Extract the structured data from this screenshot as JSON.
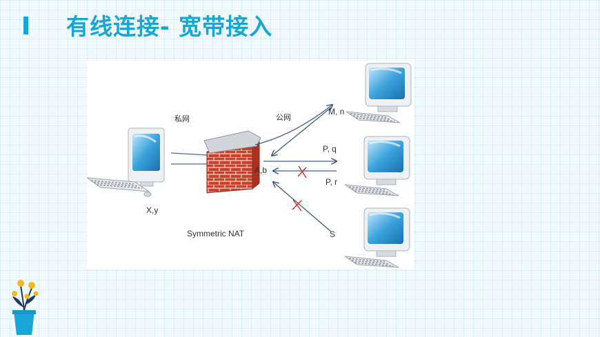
{
  "slide": {
    "title": "有线连接- 宽带接入"
  },
  "diagram": {
    "private_net_label": "私网",
    "public_net_label": "公网",
    "client_addr": "X,y",
    "nat_addr": "A,b",
    "nat_caption": "Symmetric NAT",
    "server_labels": [
      "M, n",
      "P, q",
      "P, r",
      "S"
    ],
    "colors": {
      "arrow": "#3e5d7e",
      "block": "#d8232a",
      "brick": "#c9412e",
      "screen": "#3aa2dc"
    },
    "icons": [
      "desktop-computer-icon",
      "firewall-icon",
      "blocked-x-icon",
      "flower-pot-icon"
    ]
  }
}
